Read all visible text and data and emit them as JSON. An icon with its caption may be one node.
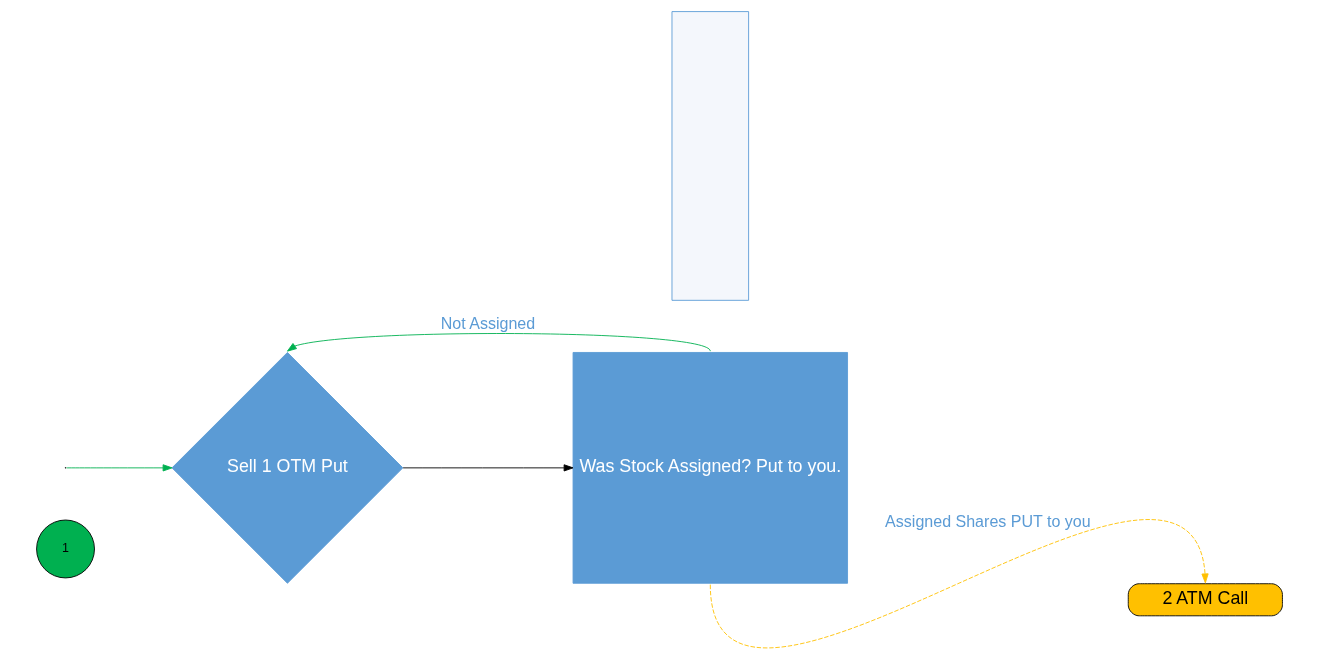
{
  "diagram": {
    "nodes": [
      {
        "text": [
          "1"
        ]
      },
      {
        "text": [
          "Sell 1 OTM Put"
        ]
      },
      {
        "text": [
          "Was Stock Assigned? Put to you."
        ]
      },
      {
        "text": [
          "2 ATM Call"
        ]
      },
      {
        "text": [],
        "shape": "box"
      }
    ],
    "edges": [
      {
        "from": 1,
        "to": 2,
        "arrow": "to",
        "color": "#000000"
      },
      {
        "from": 2,
        "to": 1,
        "arrow": "to",
        "label": "Not Assigned",
        "color": "#00b050"
      },
      {
        "from": 2,
        "to": 3,
        "arrow": "to",
        "label": "Assigned Shares PUT to you",
        "style": "dashed",
        "color": "#ffc000"
      },
      {
        "from": null,
        "to": 1,
        "arrow": "to",
        "color": "#00b050"
      }
    ]
  }
}
